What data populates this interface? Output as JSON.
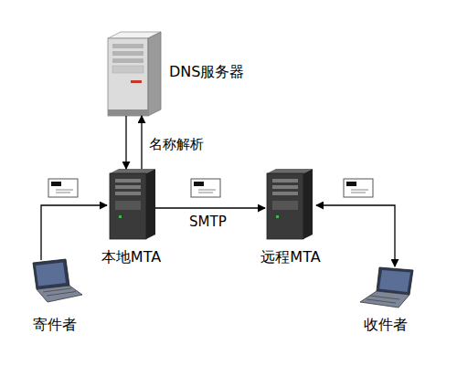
{
  "diagram": {
    "nodes": [
      {
        "text": [
          "DNS服务器"
        ]
      },
      {
        "text": [
          "本地MTA"
        ]
      },
      {
        "text": [
          "远程MTA"
        ]
      },
      {
        "text": [
          "寄件者"
        ]
      },
      {
        "text": [
          "收件者"
        ]
      }
    ],
    "edges": [
      {
        "from": 0,
        "to": 1,
        "arrow": "to"
      },
      {
        "from": 1,
        "to": 0,
        "label": "名称解析",
        "arrow": "to"
      },
      {
        "from": 1,
        "to": 2,
        "label": "SMTP",
        "arrow": "to"
      },
      {
        "from": 3,
        "to": 1,
        "arrow": "to"
      },
      {
        "from": 2,
        "to": 4,
        "arrow": "both"
      }
    ]
  }
}
